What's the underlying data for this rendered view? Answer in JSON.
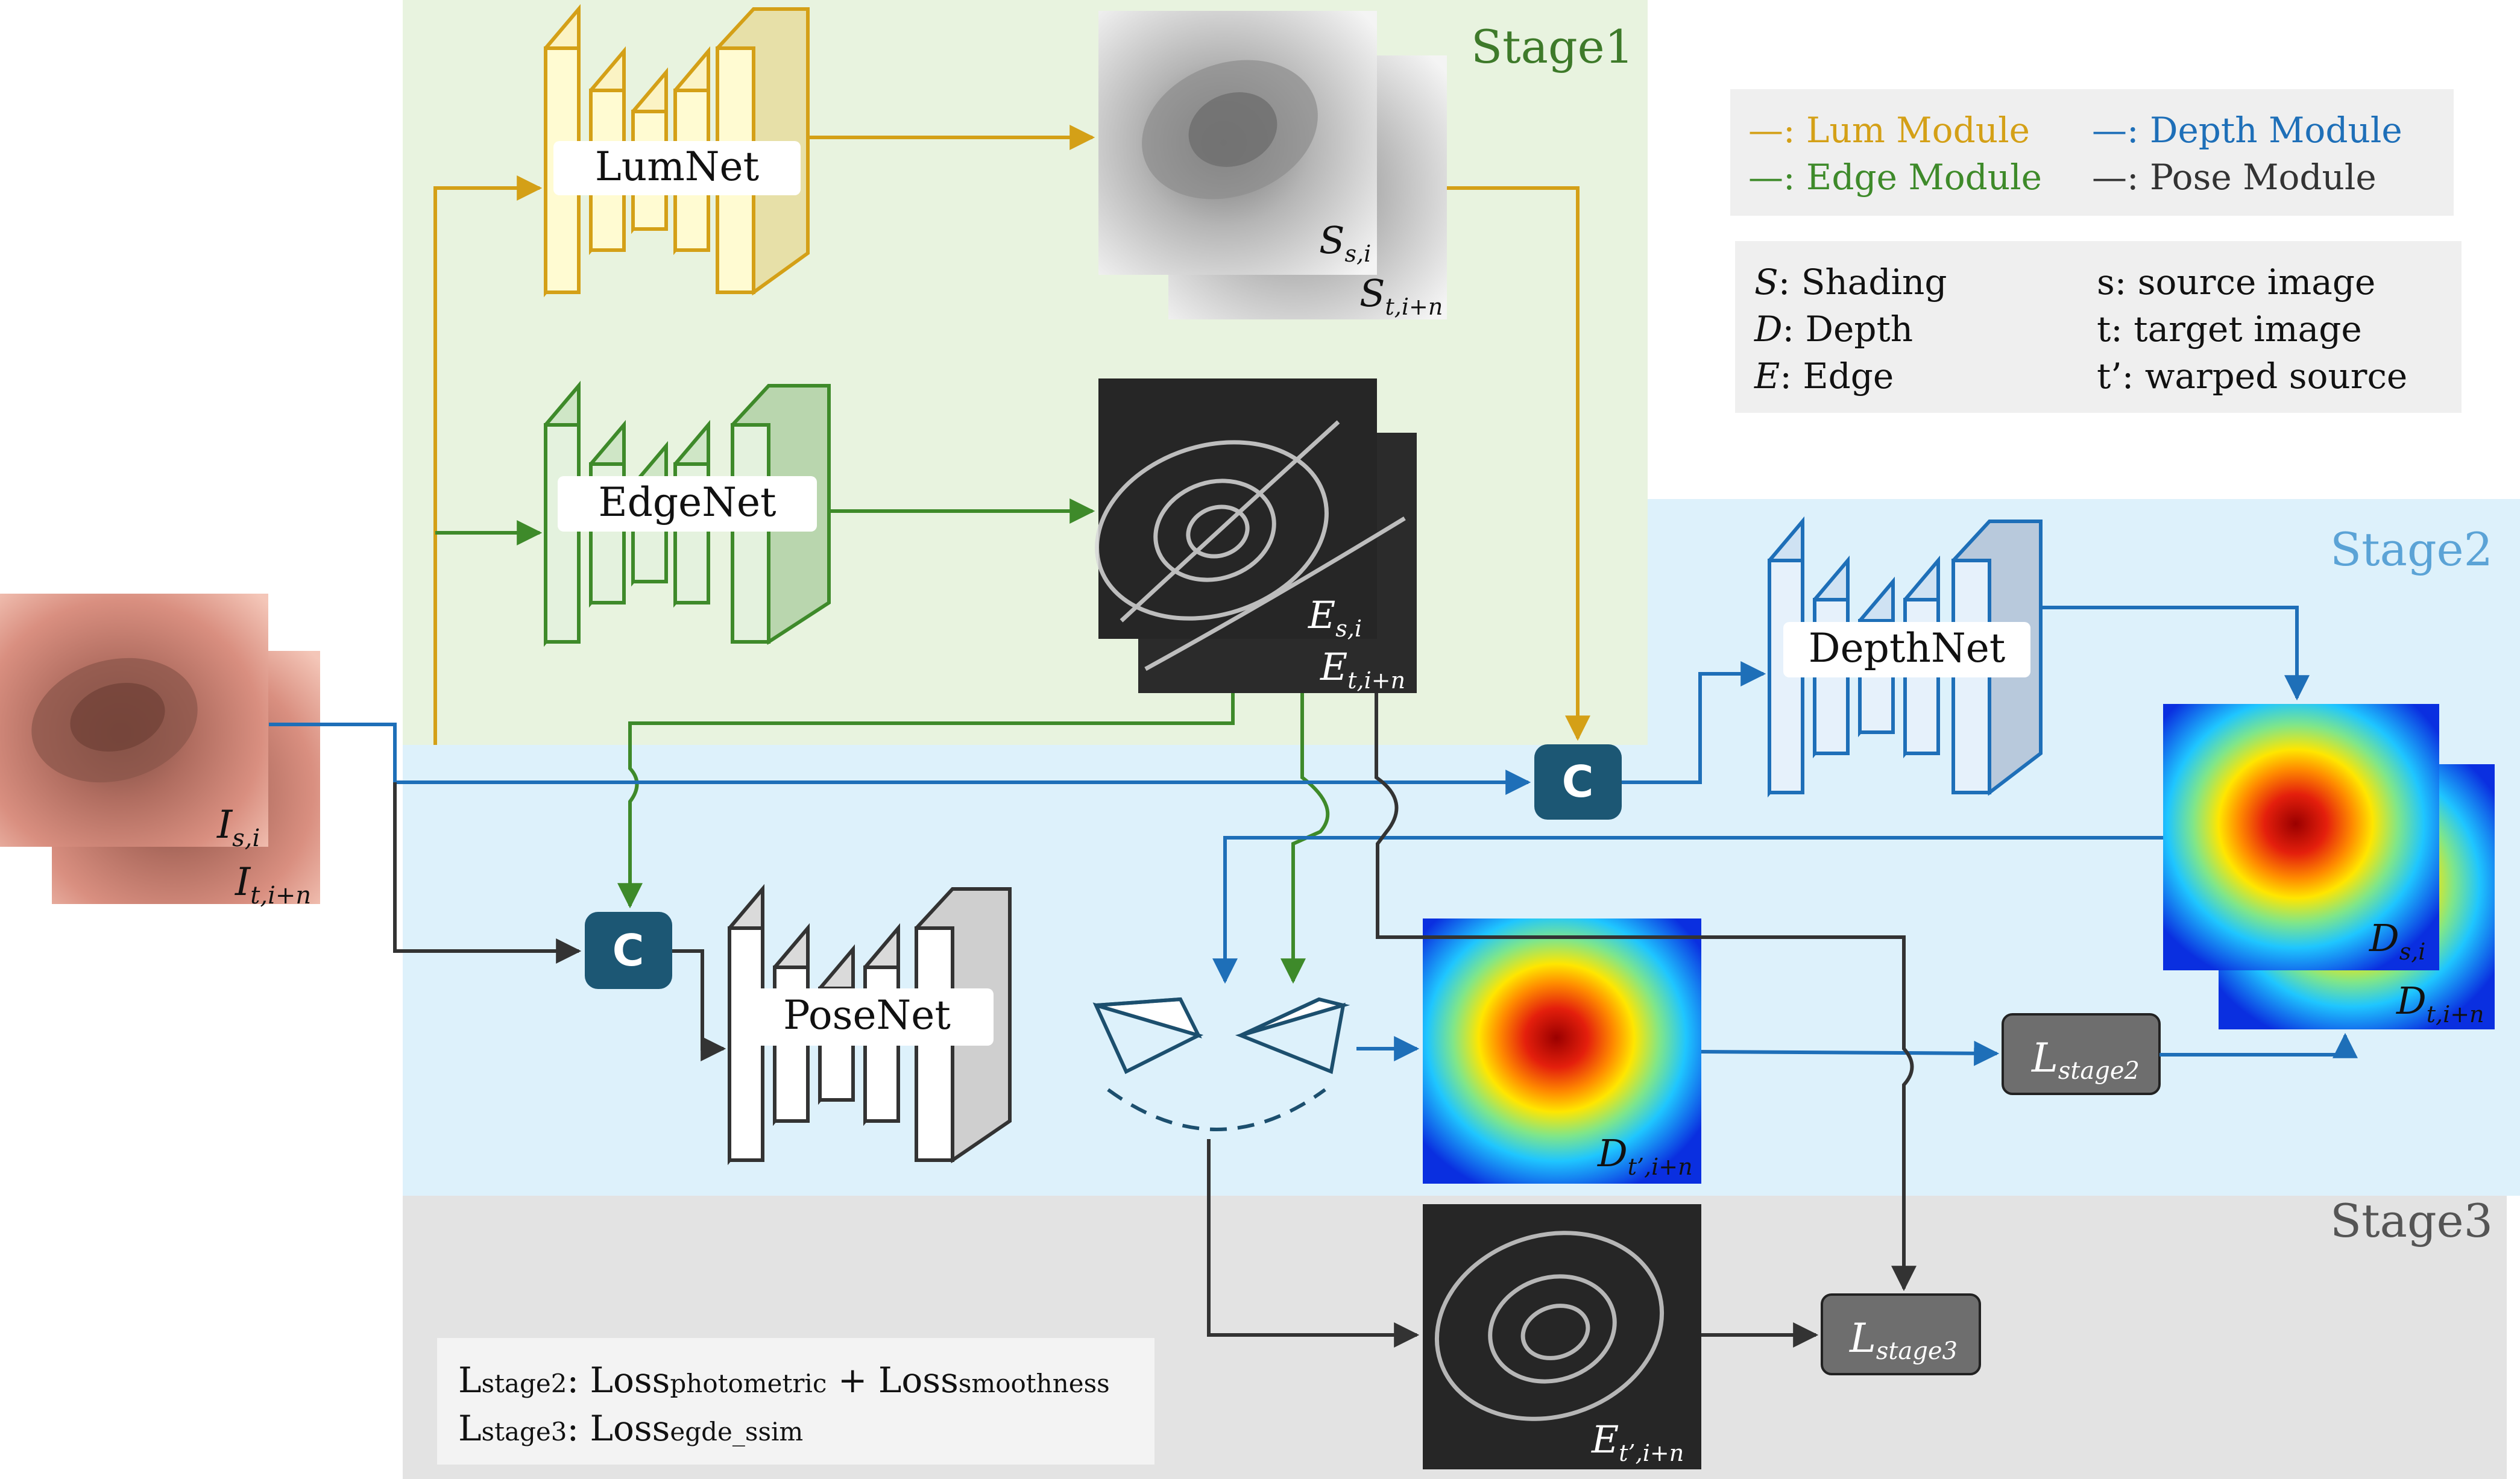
{
  "stages": {
    "stage1": "Stage1",
    "stage2": "Stage2",
    "stage3": "Stage3"
  },
  "networks": {
    "lumnet": "LumNet",
    "edgenet": "EdgeNet",
    "depthnet": "DepthNet",
    "posenet": "PoseNet"
  },
  "concat_label": "C",
  "image_labels": {
    "input_source": {
      "base": "I",
      "sub": "s,i"
    },
    "input_target": {
      "base": "I",
      "sub": "t,i+n"
    },
    "shading_source": {
      "base": "S",
      "sub": "s,i"
    },
    "shading_target": {
      "base": "S",
      "sub": "t,i+n"
    },
    "edge_source": {
      "base": "E",
      "sub": "s,i"
    },
    "edge_target": {
      "base": "E",
      "sub": "t,i+n"
    },
    "depth_source": {
      "base": "D",
      "sub": "s,i"
    },
    "depth_target": {
      "base": "D",
      "sub": "t,i+n"
    },
    "depth_warped": {
      "base": "D",
      "sub": "t’,i+n"
    },
    "edge_warped": {
      "base": "E",
      "sub": "t’,i+n"
    }
  },
  "losses": {
    "stage2": {
      "base": "L",
      "sub": "stage2"
    },
    "stage3": {
      "base": "L",
      "sub": "stage3"
    }
  },
  "legend_modules": {
    "lum": "—: Lum Module",
    "depth": "—: Depth Module",
    "edge": "—: Edge Module",
    "pose": "—: Pose Module"
  },
  "legend_symbols": {
    "shading": {
      "sym": "S",
      "text": ": Shading"
    },
    "depth": {
      "sym": "D",
      "text": ": Depth"
    },
    "edge": {
      "sym": "E",
      "text": ": Edge"
    },
    "source": "s: source image",
    "target": "t: target image",
    "warped": "t’: warped source"
  },
  "loss_formulas": {
    "line1": {
      "l": "L",
      "l_sub": "stage2",
      "colon": ": ",
      "loss1": "Loss",
      "loss1_sub": "photometric",
      "plus": " + ",
      "loss2": "Loss",
      "loss2_sub": "smoothness"
    },
    "line2": {
      "l": "L",
      "l_sub": "stage3",
      "colon": ": ",
      "loss1": "Loss",
      "loss1_sub": "egde_ssim"
    }
  },
  "colors": {
    "lum": "#D4A017",
    "edge": "#3E8A2A",
    "depth": "#1E6FB8",
    "pose": "#333333",
    "stage1_bg": "#E8F3DF",
    "stage2_bg": "#DDF1FB",
    "stage3_bg": "#E3E3E3",
    "concat": "#1C5774",
    "loss_box": "#6E6E6E",
    "legend_bg": "#EFEFEF"
  }
}
